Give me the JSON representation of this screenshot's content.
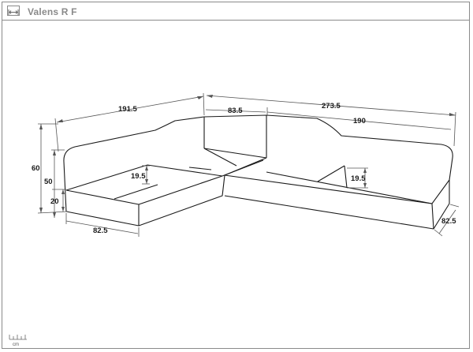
{
  "product": {
    "title": "Valens R F"
  },
  "dimensions": {
    "left_section_length": "191.5",
    "total_length": "273.5",
    "corner_width": "83.5",
    "right_bed_length": "190",
    "total_height": "60",
    "backrest_height": "50",
    "frame_height": "20",
    "storage_depth_left": "19.5",
    "storage_depth_right": "19.5",
    "depth_left": "82.5",
    "depth_right": "82.5"
  },
  "scale": {
    "unit": "cm"
  },
  "icons": {
    "width_indicator": "width-arrows-icon",
    "scale_indicator": "ruler-icon"
  },
  "colors": {
    "line": "#1a1a1a",
    "dimension_line": "#555555",
    "frame": "#8a8a8a",
    "title": "#8a8a8a"
  }
}
